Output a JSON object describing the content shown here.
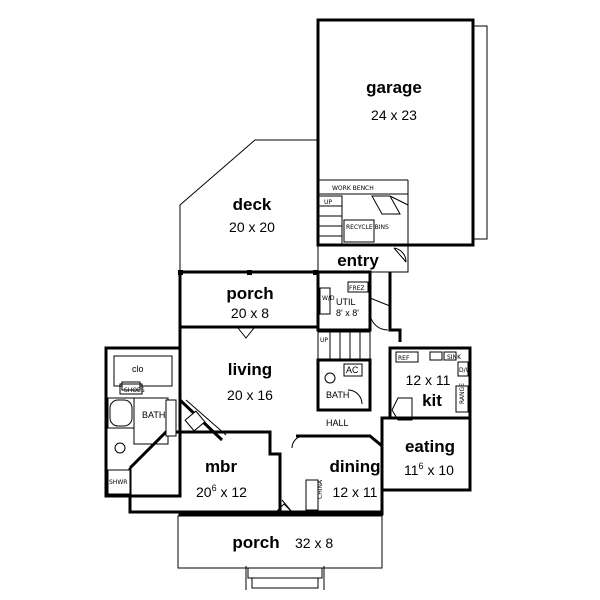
{
  "rooms": {
    "garage": {
      "name": "garage",
      "size": "24 x 23"
    },
    "deck": {
      "name": "deck",
      "size": "20 x 20"
    },
    "entry": {
      "name": "entry"
    },
    "porch_back": {
      "name": "porch",
      "size": "20 x 8"
    },
    "util": {
      "name": "UTIL",
      "size": "8' x 8'"
    },
    "living": {
      "name": "living",
      "size": "20 x 16"
    },
    "kitchen": {
      "name": "kit",
      "size": "12 x 11"
    },
    "eating": {
      "name": "eating",
      "size_main": "11",
      "size_sup": "6",
      "size_rest": " x 10"
    },
    "mbr": {
      "name": "mbr",
      "size_main": "20",
      "size_sup": "6",
      "size_rest": " x 12"
    },
    "dining": {
      "name": "dining",
      "size": "12 x 11"
    },
    "hall": {
      "name": "HALL"
    },
    "bath_master": {
      "name": "BATH"
    },
    "bath_hall": {
      "name": "BATH"
    },
    "closet": {
      "name": "clo"
    },
    "porch_front": {
      "name": "porch",
      "size": "32 x 8"
    }
  },
  "fixtures": {
    "work_bench": "WORK BENCH",
    "recycle_bins": "RECYCLE BINS",
    "up_garage": "UP",
    "up_util": "UP",
    "freez": "FREZ",
    "washer_dryer": "W/D",
    "ac": "AC",
    "ref": "REF",
    "dw": "D/W",
    "sink": "SINK",
    "range": "RANGE",
    "shoes": "SHOES",
    "shwr": "SHWR",
    "china": "CHINA"
  }
}
